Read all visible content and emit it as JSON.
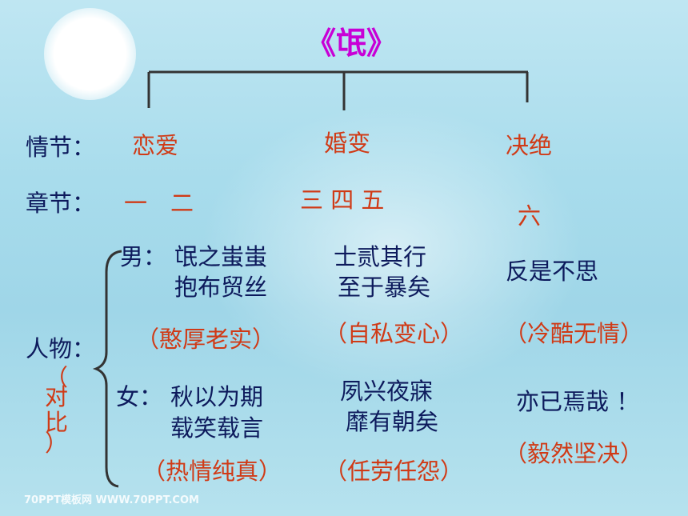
{
  "title": "《氓》",
  "plot": {
    "label": "情节：",
    "stages": [
      "恋爱",
      "婚变",
      "决绝"
    ]
  },
  "chapters": {
    "label": "章节：",
    "groups": [
      "一　二",
      "三  四  五",
      "六"
    ]
  },
  "characters": {
    "label": "人物：",
    "note_open": "（",
    "note_line1": "对",
    "note_line2": "比",
    "note_close": "）",
    "male": {
      "prefix": "男：",
      "col1": [
        "氓之蚩蚩",
        "抱布贸丝"
      ],
      "col1_trait": "（憨厚老实）",
      "col2": [
        "士贰其行",
        "至于暴矣"
      ],
      "col2_trait": "（自私变心）",
      "col3": [
        "反是不思"
      ],
      "col3_trait": "（冷酷无情）"
    },
    "female": {
      "prefix": "女：",
      "col1": [
        "秋以为期",
        "载笑载言"
      ],
      "col1_trait": "（热情纯真）",
      "col2": [
        "夙兴夜寐",
        "靡有朝矣"
      ],
      "col2_trait": "（任劳任怨）",
      "col3": [
        "亦已焉哉 ！"
      ],
      "col3_trait": "（毅然坚决）"
    }
  },
  "watermark": "70PPT模板网 WWW.70PPT.COM",
  "colors": {
    "title": "#c800d6",
    "text": "#0d1a5c",
    "accent": "#d03a16",
    "line": "#333333"
  }
}
